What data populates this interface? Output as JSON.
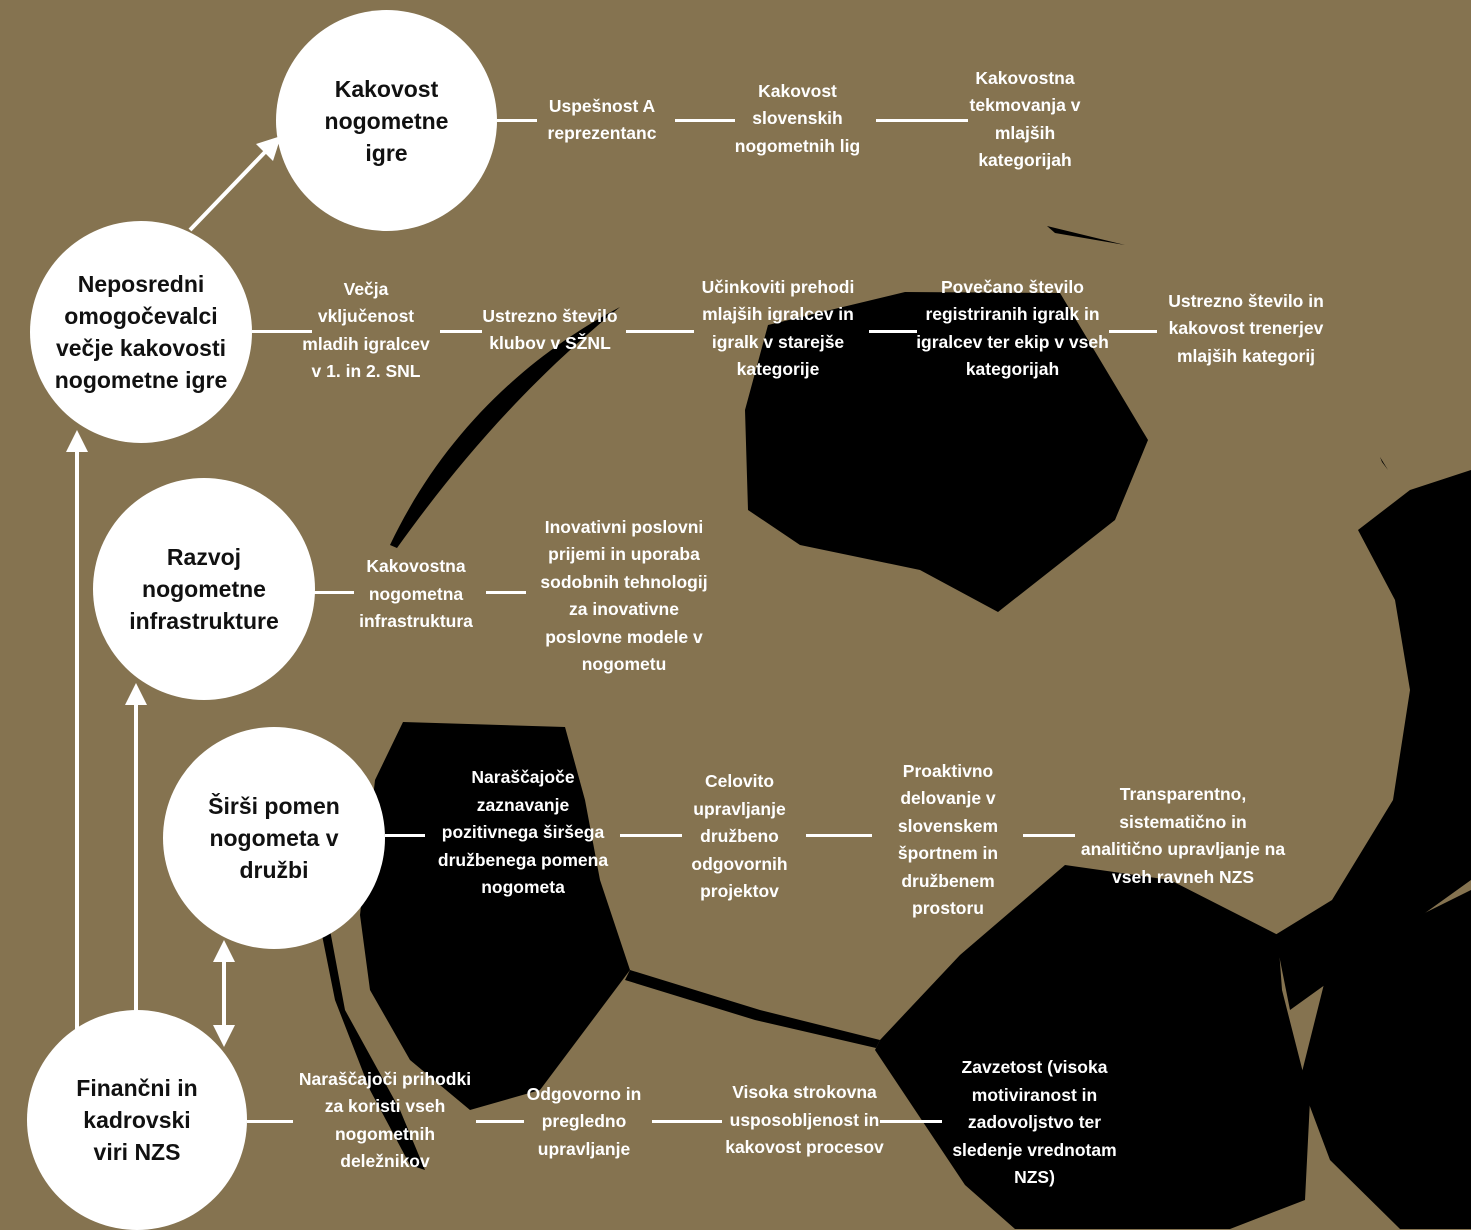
{
  "colors": {
    "background": "#857350",
    "ball": "#000000",
    "circle": "#ffffff",
    "text_light": "#ffffff",
    "text_dark": "#111111"
  },
  "nodes": {
    "kakovost": "Kakovost nogometne igre",
    "neposredni": "Neposredni omogočevalci večje kakovosti nogometne igre",
    "razvoj": "Razvoj nogometne infrastrukture",
    "sirsi": "Širši pomen nogometa v družbi",
    "financni": "Finančni in kadrovski viri NZS"
  },
  "rows": {
    "kakovost": [
      "Uspešnost A reprezentanc",
      "Kakovost slovenskih nogometnih lig",
      "Kakovostna tekmovanja v mlajših kategorijah"
    ],
    "neposredni": [
      "Večja vključenost mladih igralcev v 1. in 2. SNL",
      "Ustrezno število klubov v SŽNL",
      "Učinkoviti prehodi mlajših igralcev in igralk v starejše kategorije",
      "Povečano število registriranih igralk in igralcev ter ekip v vseh kategorijah",
      "Ustrezno število in kakovost trenerjev mlajših kategorij"
    ],
    "razvoj": [
      "Kakovostna nogometna infrastruktura",
      "Inovativni poslovni prijemi in uporaba sodobnih tehnologij za inovativne poslovne modele v nogometu"
    ],
    "sirsi": [
      "Naraščajoče zaznavanje pozitivnega širšega družbenega pomena nogometa",
      "Celovito upravljanje družbeno odgovornih projektov",
      "Proaktivno delovanje v slovenskem športnem in družbenem prostoru",
      "Transparentno, sistematično in analitično upravljanje na vseh ravneh NZS"
    ],
    "financni": [
      "Naraščajoči prihodki za koristi vseh nogometnih deležnikov",
      "Odgovorno in pregledno upravljanje",
      "Visoka strokovna usposobljenost in kakovost procesov",
      "Zavzetost (visoka motiviranost in zadovoljstvo ter sledenje vrednotam NZS)"
    ]
  }
}
